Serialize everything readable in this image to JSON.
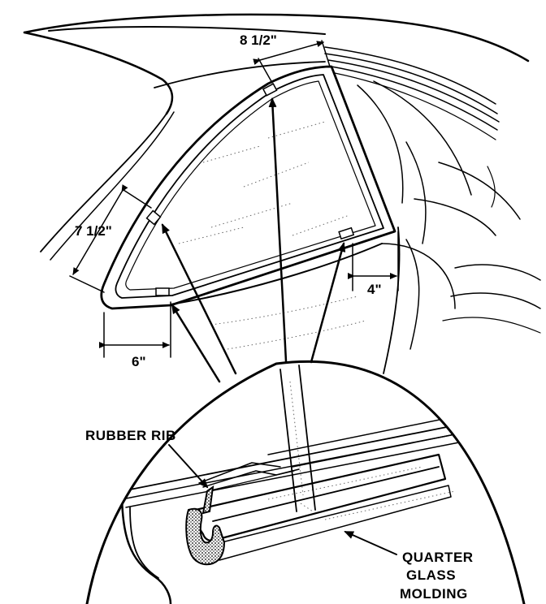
{
  "dimensions": {
    "top": "8 1/2\"",
    "front": "7 1/2\"",
    "bottom_front": "6\"",
    "bottom_rear": "4\""
  },
  "callouts": {
    "rib": "RUBBER RIB",
    "molding_line1": "QUARTER",
    "molding_line2": "GLASS",
    "molding_line3": "MOLDING"
  },
  "colors": {
    "ink": "#000000",
    "background": "#ffffff"
  }
}
